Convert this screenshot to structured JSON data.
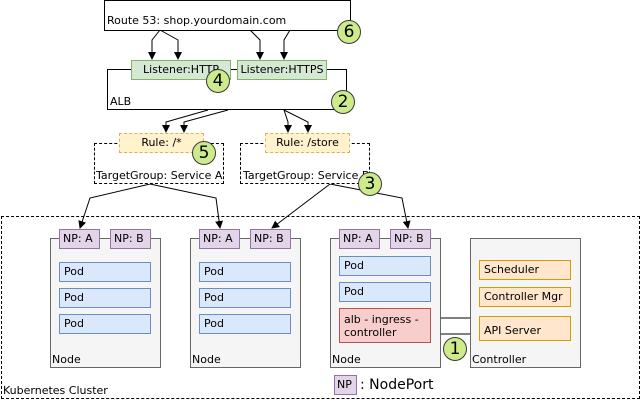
{
  "route53": {
    "label": "Route 53: shop.yourdomain.com"
  },
  "alb": {
    "label": "ALB",
    "listener_http": "Listener:HTTP",
    "listener_https": "Listener:HTTPS"
  },
  "target_groups": [
    {
      "rule": "Rule: /*",
      "label": "TargetGroup: Service A"
    },
    {
      "rule": "Rule: /store",
      "label": "TargetGroup: Service B"
    }
  ],
  "cluster": {
    "label": "Kubernetes Cluster"
  },
  "nodes": [
    {
      "label": "Node",
      "np_a": "NP: A",
      "np_b": "NP: B",
      "pods": [
        "Pod",
        "Pod",
        "Pod"
      ]
    },
    {
      "label": "Node",
      "np_a": "NP: A",
      "np_b": "NP: B",
      "pods": [
        "Pod",
        "Pod",
        "Pod"
      ]
    },
    {
      "label": "Node",
      "np_a": "NP: A",
      "np_b": "NP: B",
      "pods": [
        "Pod",
        "Pod"
      ],
      "ingress_controller": "alb - ingress - controller"
    }
  ],
  "controller": {
    "label": "Controller",
    "components": [
      "Scheduler",
      "Controller Mgr",
      "API Server"
    ]
  },
  "legend": {
    "swatch": "NP",
    "text": ": NodePort"
  },
  "badges": [
    "1",
    "2",
    "3",
    "4",
    "5",
    "6"
  ],
  "colors": {
    "listener_fill": "#d5e8d4",
    "rule_fill": "#fff2cc",
    "nodeport_fill": "#e1d5e7",
    "pod_fill": "#dae8fc",
    "controller_component_fill": "#ffe6cc",
    "ingress_controller_fill": "#f8cecc",
    "badge_fill": "#cdeb8b"
  }
}
